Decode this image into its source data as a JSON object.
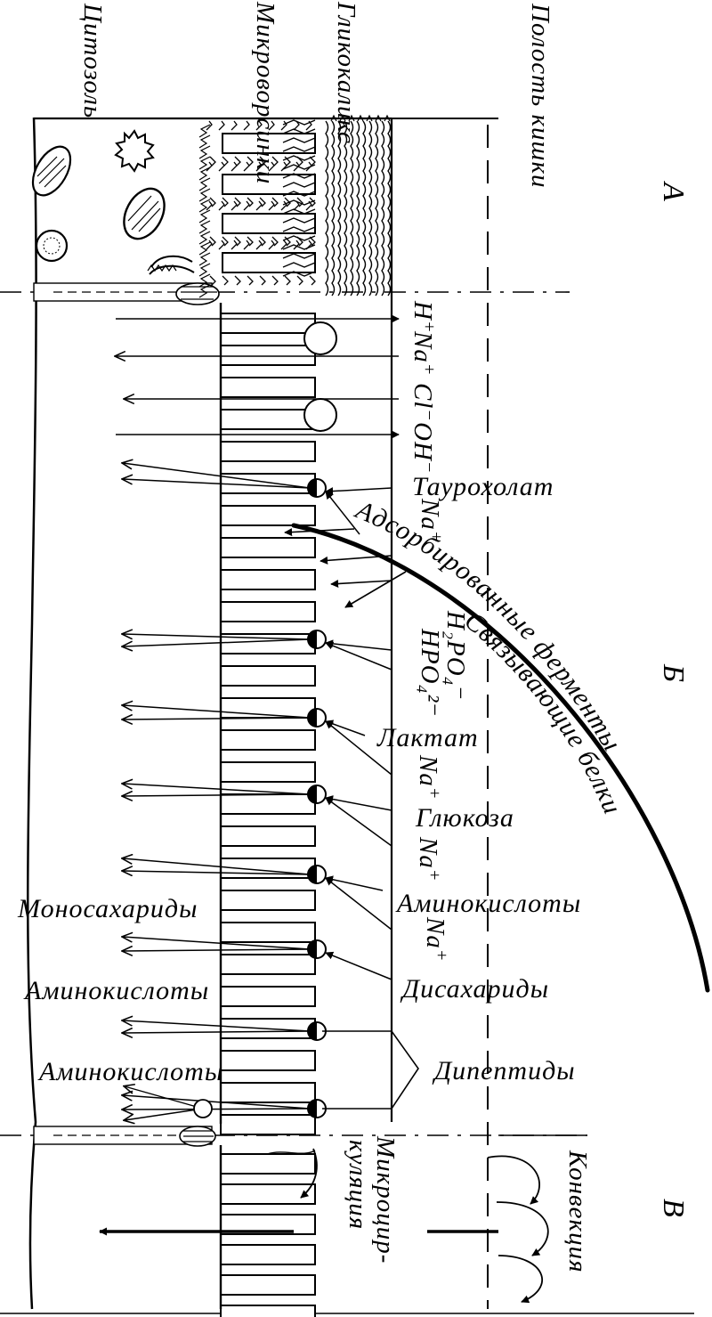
{
  "sections": {
    "a": "А",
    "b": "Б",
    "c": "В"
  },
  "layers": {
    "lumen": "Полость кишки",
    "glycocalyx": "Гликокаликс",
    "microvilli": "Микроворсинки",
    "cytosol": "Цитозоль"
  },
  "ions": {
    "h": "H",
    "na": "Na",
    "cl": "Cl",
    "oh": "OH"
  },
  "substances": {
    "taurocholate": "Таурохолат",
    "na1": "Na",
    "h2po4": "H₂PO₄⁻",
    "hpo4": "HPO₄²⁻",
    "lactate": "Лактат",
    "na2": "Na",
    "glucose": "Глюкоза",
    "na3": "Na",
    "aminoacids_in": "Аминокислоты",
    "na4": "Na",
    "disaccharides": "Дисахариды",
    "dipeptides": "Дипептиды"
  },
  "arc_labels": {
    "enzymes": "Адсорбированные ферменты",
    "binding": "Связывающие белки"
  },
  "products": {
    "monosaccharides": "Моносахариды",
    "aminoacids_1": "Аминокислоты",
    "aminoacids_2": "Аминокислоты"
  },
  "flows": {
    "microcirculation_1": "Микроцир-",
    "microcirculation_2": "куляция",
    "convection": "Конвекция"
  }
}
